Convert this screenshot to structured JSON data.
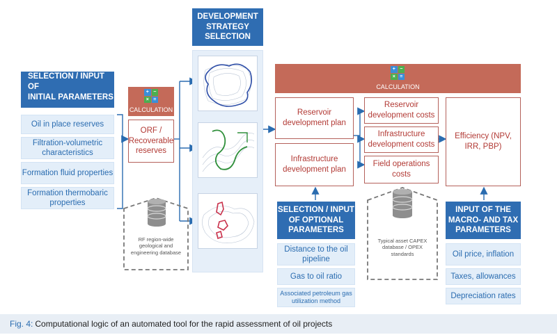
{
  "header_initial": [
    "SELECTION / INPUT OF",
    "INITIAL PARAMETERS"
  ],
  "initial_items": [
    "Oil in place reserves",
    "Filtration-volumetric characteristics",
    "Formation fluid properties",
    "Formation thermobaric properties"
  ],
  "calc_small_label": "CALCULATION",
  "orf_label": "ORF / Recoverable reserves",
  "db_left_text": "RF region-wide geological and engineering database",
  "dev_strategy_label": "DEVELOPMENT STRATEGY SELECTION",
  "calc_big_label": "CALCULATION",
  "reservoir_plan": "Reservoir development plan",
  "infra_plan": "Infrastructure development plan",
  "costs": [
    "Reservoir development costs",
    "Infrastructure development costs",
    "Field operations costs"
  ],
  "efficiency": "Efficiency (NPV, IRR, PBP)",
  "optional_header": "SELECTION / INPUT OF OPTIONAL PARAMETERS",
  "optional_items": [
    "Distance to the oil pipeline",
    "Gas to oil ratio",
    "Associated petroleum gas utilization method"
  ],
  "db_mid_text": "Typical asset CAPEX database / OPEX standards",
  "macro_header": "INPUT OF THE MACRO- AND TAX PARAMETERS",
  "macro_items": [
    "Oil price, inflation",
    "Taxes, allowances",
    "Depreciation rates"
  ],
  "caption_label": "Fig. 4:",
  "caption_text": "Computational logic of an automated tool for the rapid assessment of oil projects",
  "colors": {
    "header_blue": "#2f6db2",
    "light_blue": "#e3eef9",
    "calc_red": "#c46a59",
    "dark_red": "#b23a35"
  }
}
